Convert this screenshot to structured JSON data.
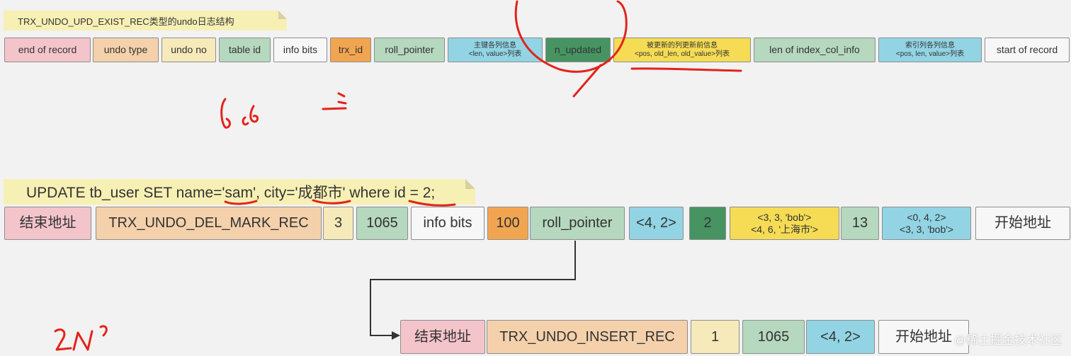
{
  "undo_format": {
    "title": "TRX_UNDO_UPD_EXIST_REC类型的undo日志结构",
    "fields": [
      {
        "lines": [
          "end of record"
        ],
        "color": "pink"
      },
      {
        "lines": [
          "undo type"
        ],
        "color": "orange"
      },
      {
        "lines": [
          "undo no"
        ],
        "color": "yellow"
      },
      {
        "lines": [
          "table id"
        ],
        "color": "sage"
      },
      {
        "lines": [
          "info bits"
        ],
        "color": "white"
      },
      {
        "lines": [
          "trx_id"
        ],
        "color": "dorange"
      },
      {
        "lines": [
          "roll_pointer"
        ],
        "color": "sage"
      },
      {
        "lines": [
          "主键各列信息",
          "<len, value>列表"
        ],
        "color": "blue"
      },
      {
        "lines": [
          "n_updated"
        ],
        "color": "dgreen"
      },
      {
        "lines": [
          "被更新的列更新前信息",
          "<pos, old_len, old_value>列表"
        ],
        "color": "gold"
      },
      {
        "lines": [
          "len of index_col_info"
        ],
        "color": "sage"
      },
      {
        "lines": [
          "索引列各列信息",
          "<pos, len, value>列表"
        ],
        "color": "blue"
      },
      {
        "lines": [
          "start of record"
        ],
        "color": "white"
      }
    ]
  },
  "sql": {
    "statement": "UPDATE tb_user SET name='sam', city='成都市' where id = 2;"
  },
  "update_record": {
    "fields": [
      {
        "lines": [
          "结束地址"
        ],
        "color": "pink"
      },
      {
        "lines": [
          "TRX_UNDO_DEL_MARK_REC"
        ],
        "color": "orange"
      },
      {
        "lines": [
          "3"
        ],
        "color": "yellow"
      },
      {
        "lines": [
          "1065"
        ],
        "color": "sage"
      },
      {
        "lines": [
          "info bits"
        ],
        "color": "white"
      },
      {
        "lines": [
          "100"
        ],
        "color": "dorange"
      },
      {
        "lines": [
          "roll_pointer"
        ],
        "color": "sage"
      },
      {
        "lines": [
          "<4, 2>"
        ],
        "color": "blue"
      },
      {
        "lines": [
          "2"
        ],
        "color": "dgreen"
      },
      {
        "lines": [
          "<3, 3, 'bob'>",
          "<4, 6, '上海市'>"
        ],
        "color": "gold"
      },
      {
        "lines": [
          "13"
        ],
        "color": "sage"
      },
      {
        "lines": [
          "<0, 4, 2>",
          "<3, 3, 'bob'>"
        ],
        "color": "blue"
      },
      {
        "lines": [
          "开始地址"
        ],
        "color": "white"
      }
    ]
  },
  "insert_record": {
    "fields": [
      {
        "lines": [
          "结束地址"
        ],
        "color": "pink"
      },
      {
        "lines": [
          "TRX_UNDO_INSERT_REC"
        ],
        "color": "orange"
      },
      {
        "lines": [
          "1"
        ],
        "color": "yellow"
      },
      {
        "lines": [
          "1065"
        ],
        "color": "sage"
      },
      {
        "lines": [
          "<4, 2>"
        ],
        "color": "blue"
      },
      {
        "lines": [
          "开始地址"
        ],
        "color": "white"
      }
    ]
  },
  "watermark": "@稀土掘金技术社区"
}
